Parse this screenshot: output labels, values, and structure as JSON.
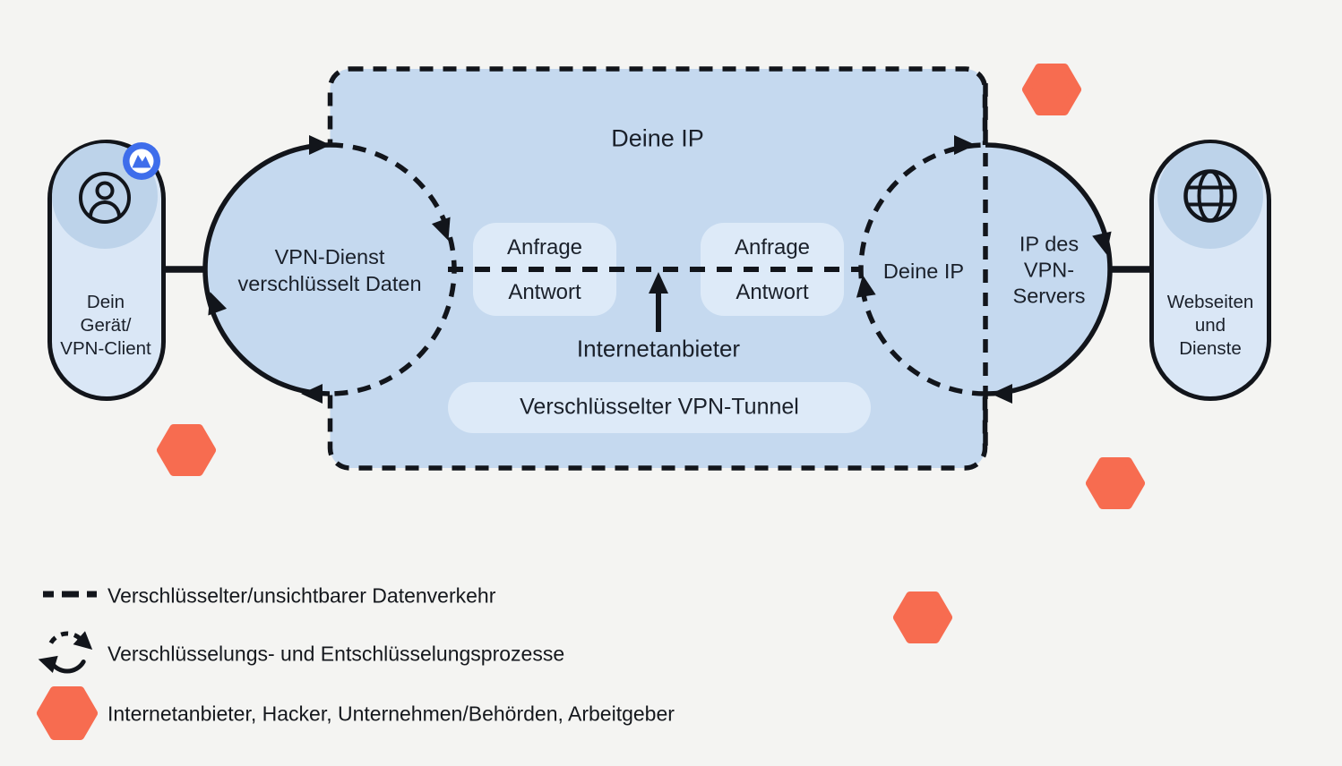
{
  "colors": {
    "background": "#F4F4F2",
    "tunnel_fill": "#C5D9EF",
    "pill_fill": "#DDEAF8",
    "capsule_fill": "#DAE7F6",
    "capsule_accent": "#BDD3EA",
    "stroke": "#12151B",
    "text": "#1A202A",
    "threat_orange": "#F76C50",
    "brand_blue": "#3E6DEB"
  },
  "device_capsule": {
    "line1": "Dein",
    "line2": "Gerät/",
    "line3": "VPN-Client"
  },
  "left_circle": {
    "line1": "VPN-Dienst",
    "line2": "verschlüsselt Daten"
  },
  "tunnel": {
    "title": "Deine IP",
    "request_left": "Anfrage",
    "response_left": "Antwort",
    "request_right": "Anfrage",
    "response_right": "Antwort",
    "isp": "Internetanbieter",
    "label": "Verschlüsselter VPN-Tunnel"
  },
  "right_circle": {
    "inner": "Deine IP",
    "outer_line1": "IP des",
    "outer_line2": "VPN-",
    "outer_line3": "Servers"
  },
  "websites_capsule": {
    "line1": "Webseiten",
    "line2": "und",
    "line3": "Dienste"
  },
  "legend": {
    "items": [
      {
        "icon": "dashed-line-icon",
        "label": "Verschlüsselter/unsichtbarer Datenverkehr"
      },
      {
        "icon": "cycle-arrows-icon",
        "label": "Verschlüsselungs- und Entschlüsselungsprozesse"
      },
      {
        "icon": "threat-hexagon-icon",
        "label": "Internetanbieter, Hacker, Unternehmen/Behörden, Arbeitgeber"
      }
    ]
  }
}
